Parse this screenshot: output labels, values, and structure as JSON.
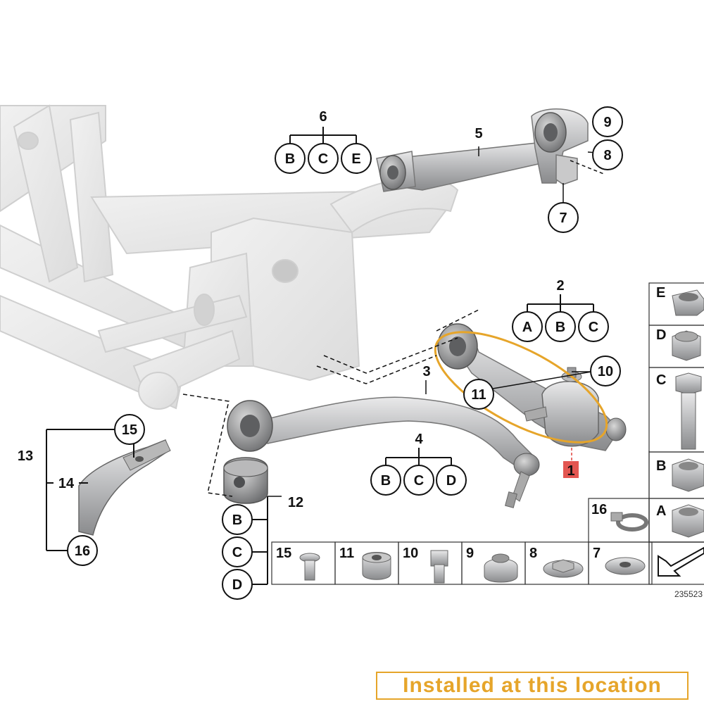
{
  "diagram_id": "235523",
  "install_note": "Installed at this location",
  "highlight_color": "#e6a52a",
  "part_marker_color": "#e0443e",
  "parts": {
    "p1": "1",
    "p2": "2",
    "p3": "3",
    "p4": "4",
    "p5": "5",
    "p6": "6",
    "p7": "7",
    "p8": "8",
    "p9": "9",
    "p10": "10",
    "p11": "11",
    "p12": "12",
    "p13": "13",
    "p14": "14",
    "p15": "15",
    "p16": "16"
  },
  "variant_groups": {
    "g2": [
      "A",
      "B",
      "C"
    ],
    "g4": [
      "B",
      "C",
      "D"
    ],
    "g6": [
      "B",
      "C",
      "E"
    ],
    "g12": [
      "B",
      "C",
      "D"
    ],
    "g13": [
      "15",
      "14",
      "16"
    ]
  },
  "hardware_right": [
    "E",
    "D",
    "C",
    "B",
    "A"
  ],
  "hardware_bottom": [
    "15",
    "11",
    "10",
    "9",
    "8",
    "7"
  ],
  "hardware_16": "16"
}
